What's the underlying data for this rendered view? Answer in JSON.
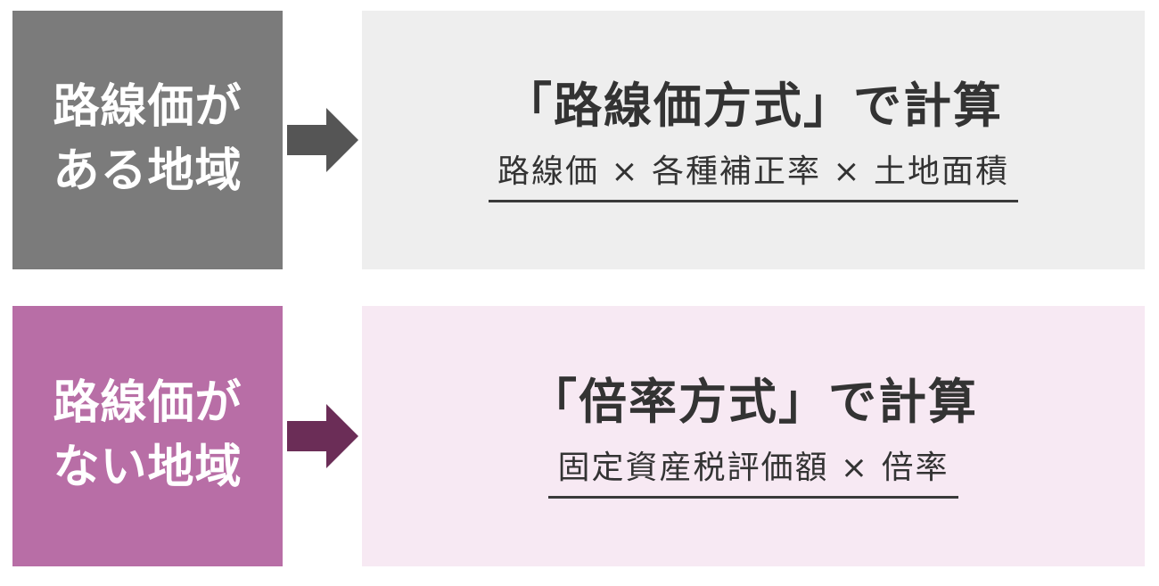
{
  "rows": [
    {
      "region_label": [
        "路線価が",
        "ある地域"
      ],
      "method_title": "「路線価方式」で計算",
      "formula": "路線価 × 各種補正率 × 土地面積",
      "colors": {
        "label_bg": "#7b7b7b",
        "arrow": "#555555",
        "content_bg": "#eeeeee"
      }
    },
    {
      "region_label": [
        "路線価が",
        "ない地域"
      ],
      "method_title": "「倍率方式」で計算",
      "formula": "固定資産税評価額 × 倍率",
      "colors": {
        "label_bg": "#b86ea6",
        "arrow": "#6b2d57",
        "content_bg": "#f7e9f3"
      }
    }
  ],
  "icons": {
    "arrow": "arrow-right-icon"
  }
}
